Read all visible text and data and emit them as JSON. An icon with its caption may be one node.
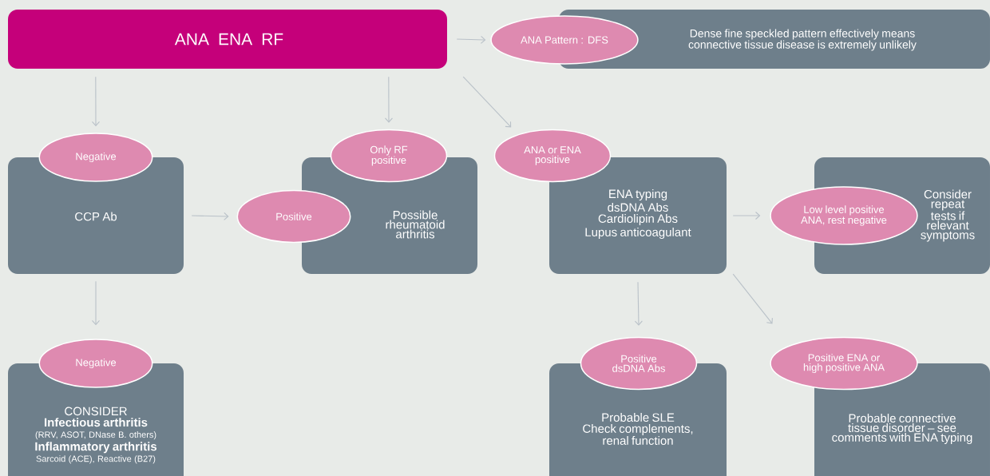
{
  "diagram": {
    "nodes": [
      {
        "text": [
          "ANA",
          "ENA",
          "RF"
        ]
      },
      {
        "text": [
          "ANA Pattern : DFS"
        ]
      },
      {
        "text": [
          "Dense fine speckled pattern effectively means connective tissue disease is extremely unlikely"
        ]
      },
      {
        "text": [
          "Negative"
        ]
      },
      {
        "text": [
          "CCP Ab"
        ]
      },
      {
        "text": [
          "Only RF positive"
        ]
      },
      {
        "text": [
          "Possible rheumatoid arthritis"
        ]
      },
      {
        "text": [
          "Positive"
        ]
      },
      {
        "text": [
          "ANA or ENA positive"
        ]
      },
      {
        "text": [
          "ENA typing",
          "dsDNA Abs",
          "Cardiolipin Abs",
          "Lupus anticoagulant"
        ]
      },
      {
        "text": [
          "Low level positive ANA, rest negative"
        ]
      },
      {
        "text": [
          "Consider repeat tests if relevant symptoms"
        ]
      },
      {
        "text": [
          "Negative"
        ]
      },
      {
        "text": [
          "CONSIDER",
          "Infectious arthritis",
          "(RRV, ASOT, DNase B. others)",
          "Inflammatory arthritis",
          "Sarcoid (ACE), Reactive (B27)"
        ]
      },
      {
        "text": [
          "Positive dsDNA Abs"
        ]
      },
      {
        "text": [
          "Probable SLE",
          "Check complements, renal function"
        ]
      },
      {
        "text": [
          "Positive ENA or high positive ANA"
        ]
      },
      {
        "text": [
          "Probable connective tissue disorder – see comments with ENA typing"
        ]
      }
    ],
    "edges": [
      {
        "from": 0,
        "to": 1,
        "arrow": "to"
      },
      {
        "from": 0,
        "to": 3,
        "arrow": "to"
      },
      {
        "from": 0,
        "to": 5,
        "arrow": "to"
      },
      {
        "from": 0,
        "to": 8,
        "arrow": "to"
      },
      {
        "from": 4,
        "to": 7,
        "arrow": "to"
      },
      {
        "from": 4,
        "to": 12,
        "arrow": "to"
      },
      {
        "from": 9,
        "to": 10,
        "arrow": "to"
      },
      {
        "from": 9,
        "to": 14,
        "arrow": "to"
      },
      {
        "from": 9,
        "to": 16,
        "arrow": "to"
      }
    ]
  }
}
